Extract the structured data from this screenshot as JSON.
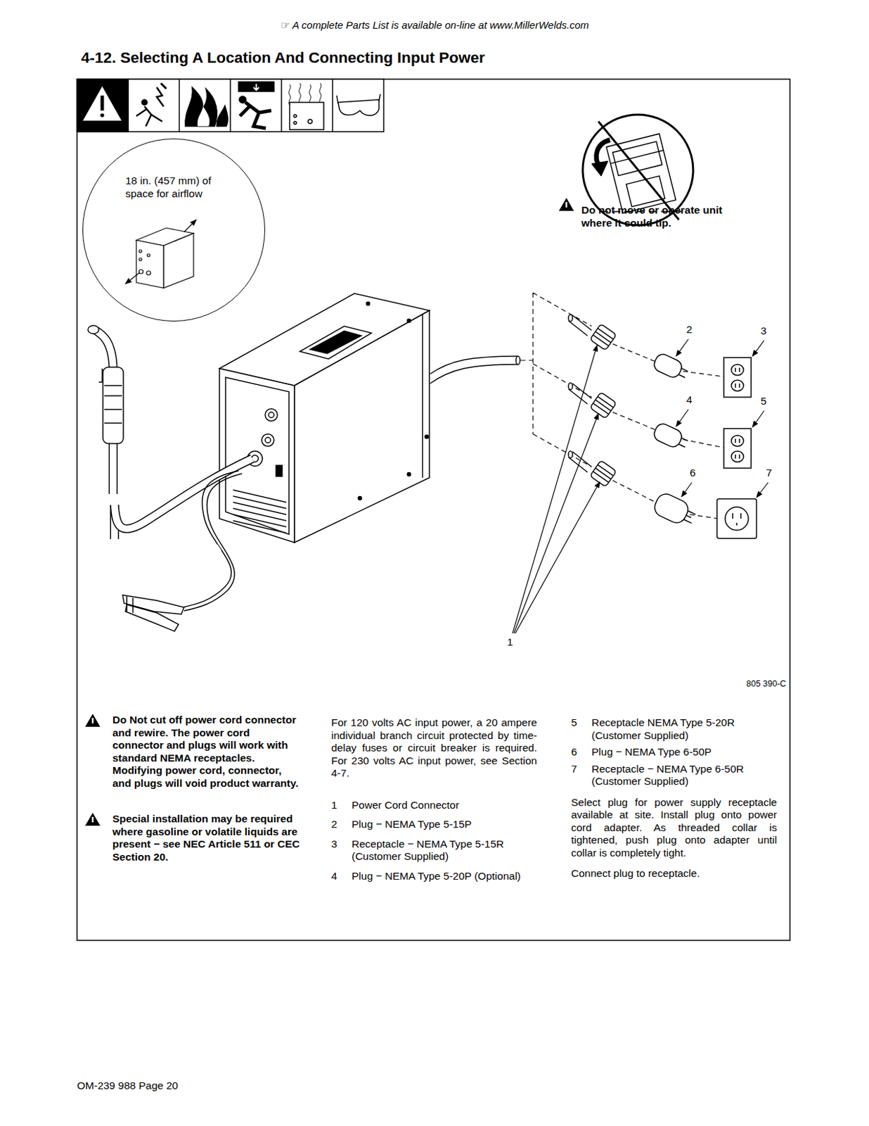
{
  "diagram": {
    "title": "4-12. Selecting A Location And Connecting Input Power",
    "nodes": [
      {
        "text": [
          "18 in. (457 mm) of space for airflow"
        ]
      }
    ],
    "labels": [
      "☞ A complete Parts List is available on-line at www.MillerWelds.com",
      "Do not move or operate unit where it could tip.",
      "2",
      "3",
      "4",
      "5",
      "6",
      "7",
      "1",
      "805 390-C",
      "Do Not cut off power cord connector and rewire. The power cord connector and plugs will work with standard NEMA receptacles. Modifying power cord, connector, and plugs will void product warranty.",
      "Special installation may be required where gasoline or volatile liquids are present − see NEC Article 511 or CEC Section 20.",
      "For 120 volts AC input power, a 20 ampere individual branch circuit protected by time-delay fuses or circuit breaker is required. For 230 volts AC input power, see Section 4-7.",
      "1",
      "Power Cord Connector",
      "2",
      "Plug − NEMA Type 5-15P",
      "3",
      "Receptacle − NEMA Type 5-15R (Customer Supplied)",
      "4",
      "Plug − NEMA Type 5-20P (Optional)",
      "5",
      "Receptacle NEMA Type 5-20R (Customer Supplied)",
      "6",
      "Plug − NEMA Type 6-50P",
      "7",
      "Receptacle − NEMA Type 6-50R (Customer Supplied)",
      "Select plug for power supply receptacle available at site. Install plug onto power cord adapter. As threaded collar is tightened, push plug onto adapter until collar is completely tight.",
      "Connect plug to receptacle.",
      "OM-239 988 Page 20"
    ]
  }
}
